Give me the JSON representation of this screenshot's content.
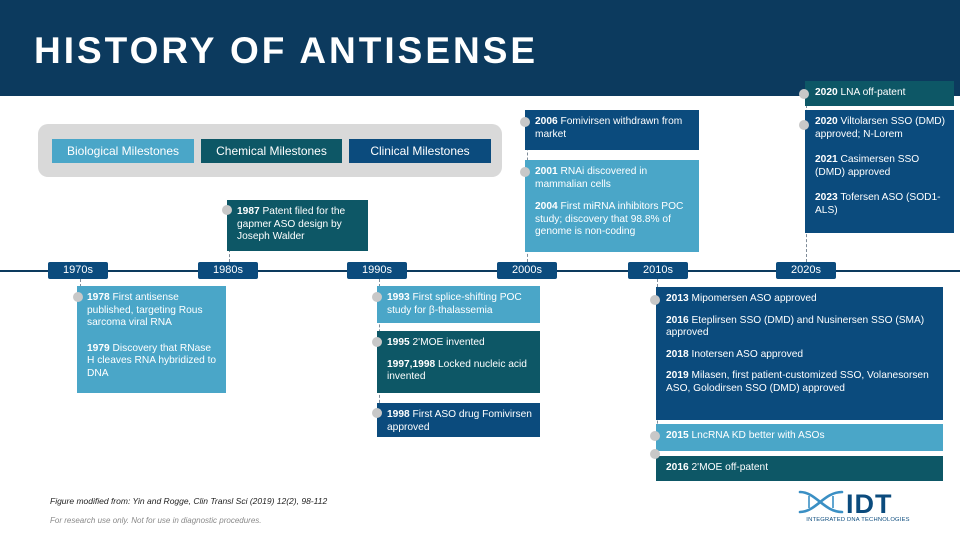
{
  "title": "HISTORY OF ANTISENSE",
  "legend": [
    {
      "label": "Biological Milestones"
    },
    {
      "label": "Chemical Milestones"
    },
    {
      "label": "Clinical Milestones"
    }
  ],
  "decades": [
    "1970s",
    "1980s",
    "1990s",
    "2000s",
    "2010s",
    "2020s"
  ],
  "milestones": {
    "m1978": {
      "year": "1978",
      "text": "First antisense published, targeting Rous sarcoma viral RNA"
    },
    "m1979": {
      "year": "1979",
      "text": "Discovery that RNase H cleaves RNA hybridized to DNA"
    },
    "m1987": {
      "year": "1987",
      "text": "Patent filed for the gapmer ASO design by Joseph Walder"
    },
    "m1993": {
      "year": "1993",
      "text": "First splice-shifting POC study for β-thalassemia"
    },
    "m1995": {
      "year": "1995",
      "text": "2'MOE invented"
    },
    "m1997": {
      "year": "1997,1998",
      "text": "Locked nucleic acid invented"
    },
    "m1998": {
      "year": "1998",
      "text": "First ASO drug Fomivirsen approved"
    },
    "m2006": {
      "year": "2006",
      "text": "Fomivirsen withdrawn from market"
    },
    "m2001": {
      "year": "2001",
      "text": "RNAi discovered in mammalian cells"
    },
    "m2004": {
      "year": "2004",
      "text": "First miRNA inhibitors POC study; discovery that 98.8% of genome is non-coding"
    },
    "m2013": {
      "year": "2013",
      "text": "Mipomersen ASO approved"
    },
    "m2016a": {
      "year": "2016",
      "text": "Eteplirsen SSO (DMD) and Nusinersen SSO (SMA) approved"
    },
    "m2018": {
      "year": "2018",
      "text": "Inotersen ASO approved"
    },
    "m2019": {
      "year": "2019",
      "text": "Milasen, first patient-customized SSO, Volanesorsen ASO, Golodirsen SSO (DMD) approved"
    },
    "m2015": {
      "year": "2015",
      "text": "LncRNA KD better with ASOs"
    },
    "m2016b": {
      "year": "2016",
      "text": "2'MOE off-patent"
    },
    "m2020a": {
      "year": "2020",
      "text": "LNA off-patent"
    },
    "m2020b": {
      "year": "2020",
      "text": "Viltolarsen SSO (DMD) approved; N-Lorem"
    },
    "m2021": {
      "year": "2021",
      "text": "Casimersen SSO (DMD) approved"
    },
    "m2023": {
      "year": "2023",
      "text": "Tofersen ASO (SOD1-ALS)"
    }
  },
  "footer": {
    "reference": "Figure modified from: Yin and Rogge, Clin Transl Sci (2019) 12(2), 98-112",
    "disclaimer": "For research use only. Not for use in diagnostic procedures."
  },
  "logo": {
    "name": "IDT",
    "tagline": "INTEGRATED DNA TECHNOLOGIES"
  },
  "colors": {
    "header": "#0c3a5e",
    "biological": "#4aa6c8",
    "chemical": "#0d5766",
    "clinical": "#0b4b7d",
    "legend_panel": "#d9d9d9"
  }
}
